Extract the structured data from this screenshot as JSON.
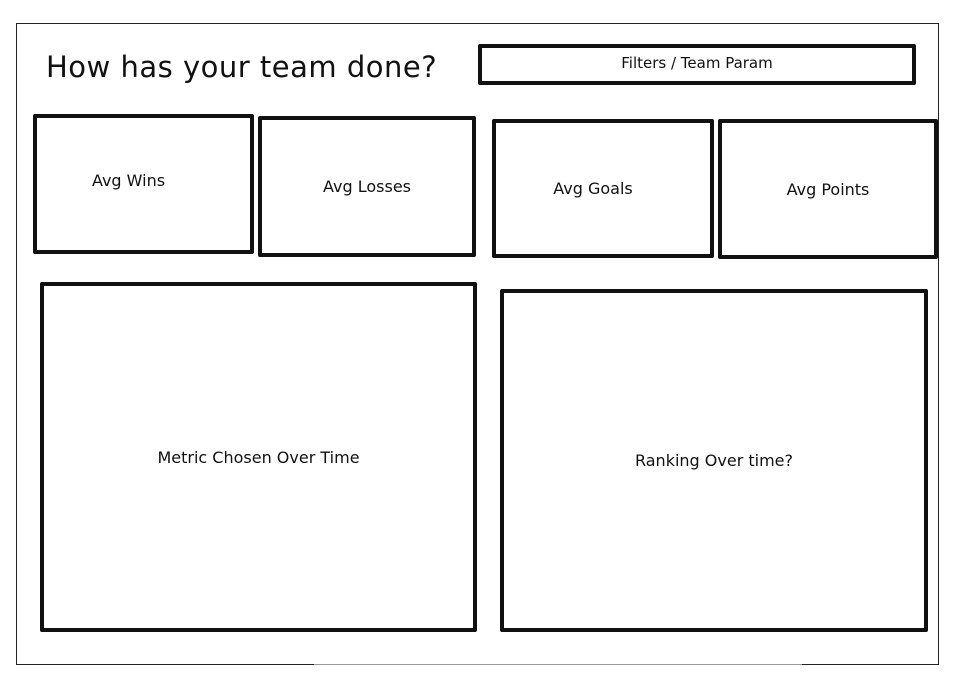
{
  "title": "How has your team done?",
  "filters_label": "Filters / Team Param",
  "kpis": [
    {
      "label": "Avg Wins"
    },
    {
      "label": "Avg Losses"
    },
    {
      "label": "Avg Goals"
    },
    {
      "label": "Avg Points"
    }
  ],
  "charts": {
    "metric_label": "Metric Chosen Over Time",
    "ranking_label": "Ranking Over time?"
  }
}
